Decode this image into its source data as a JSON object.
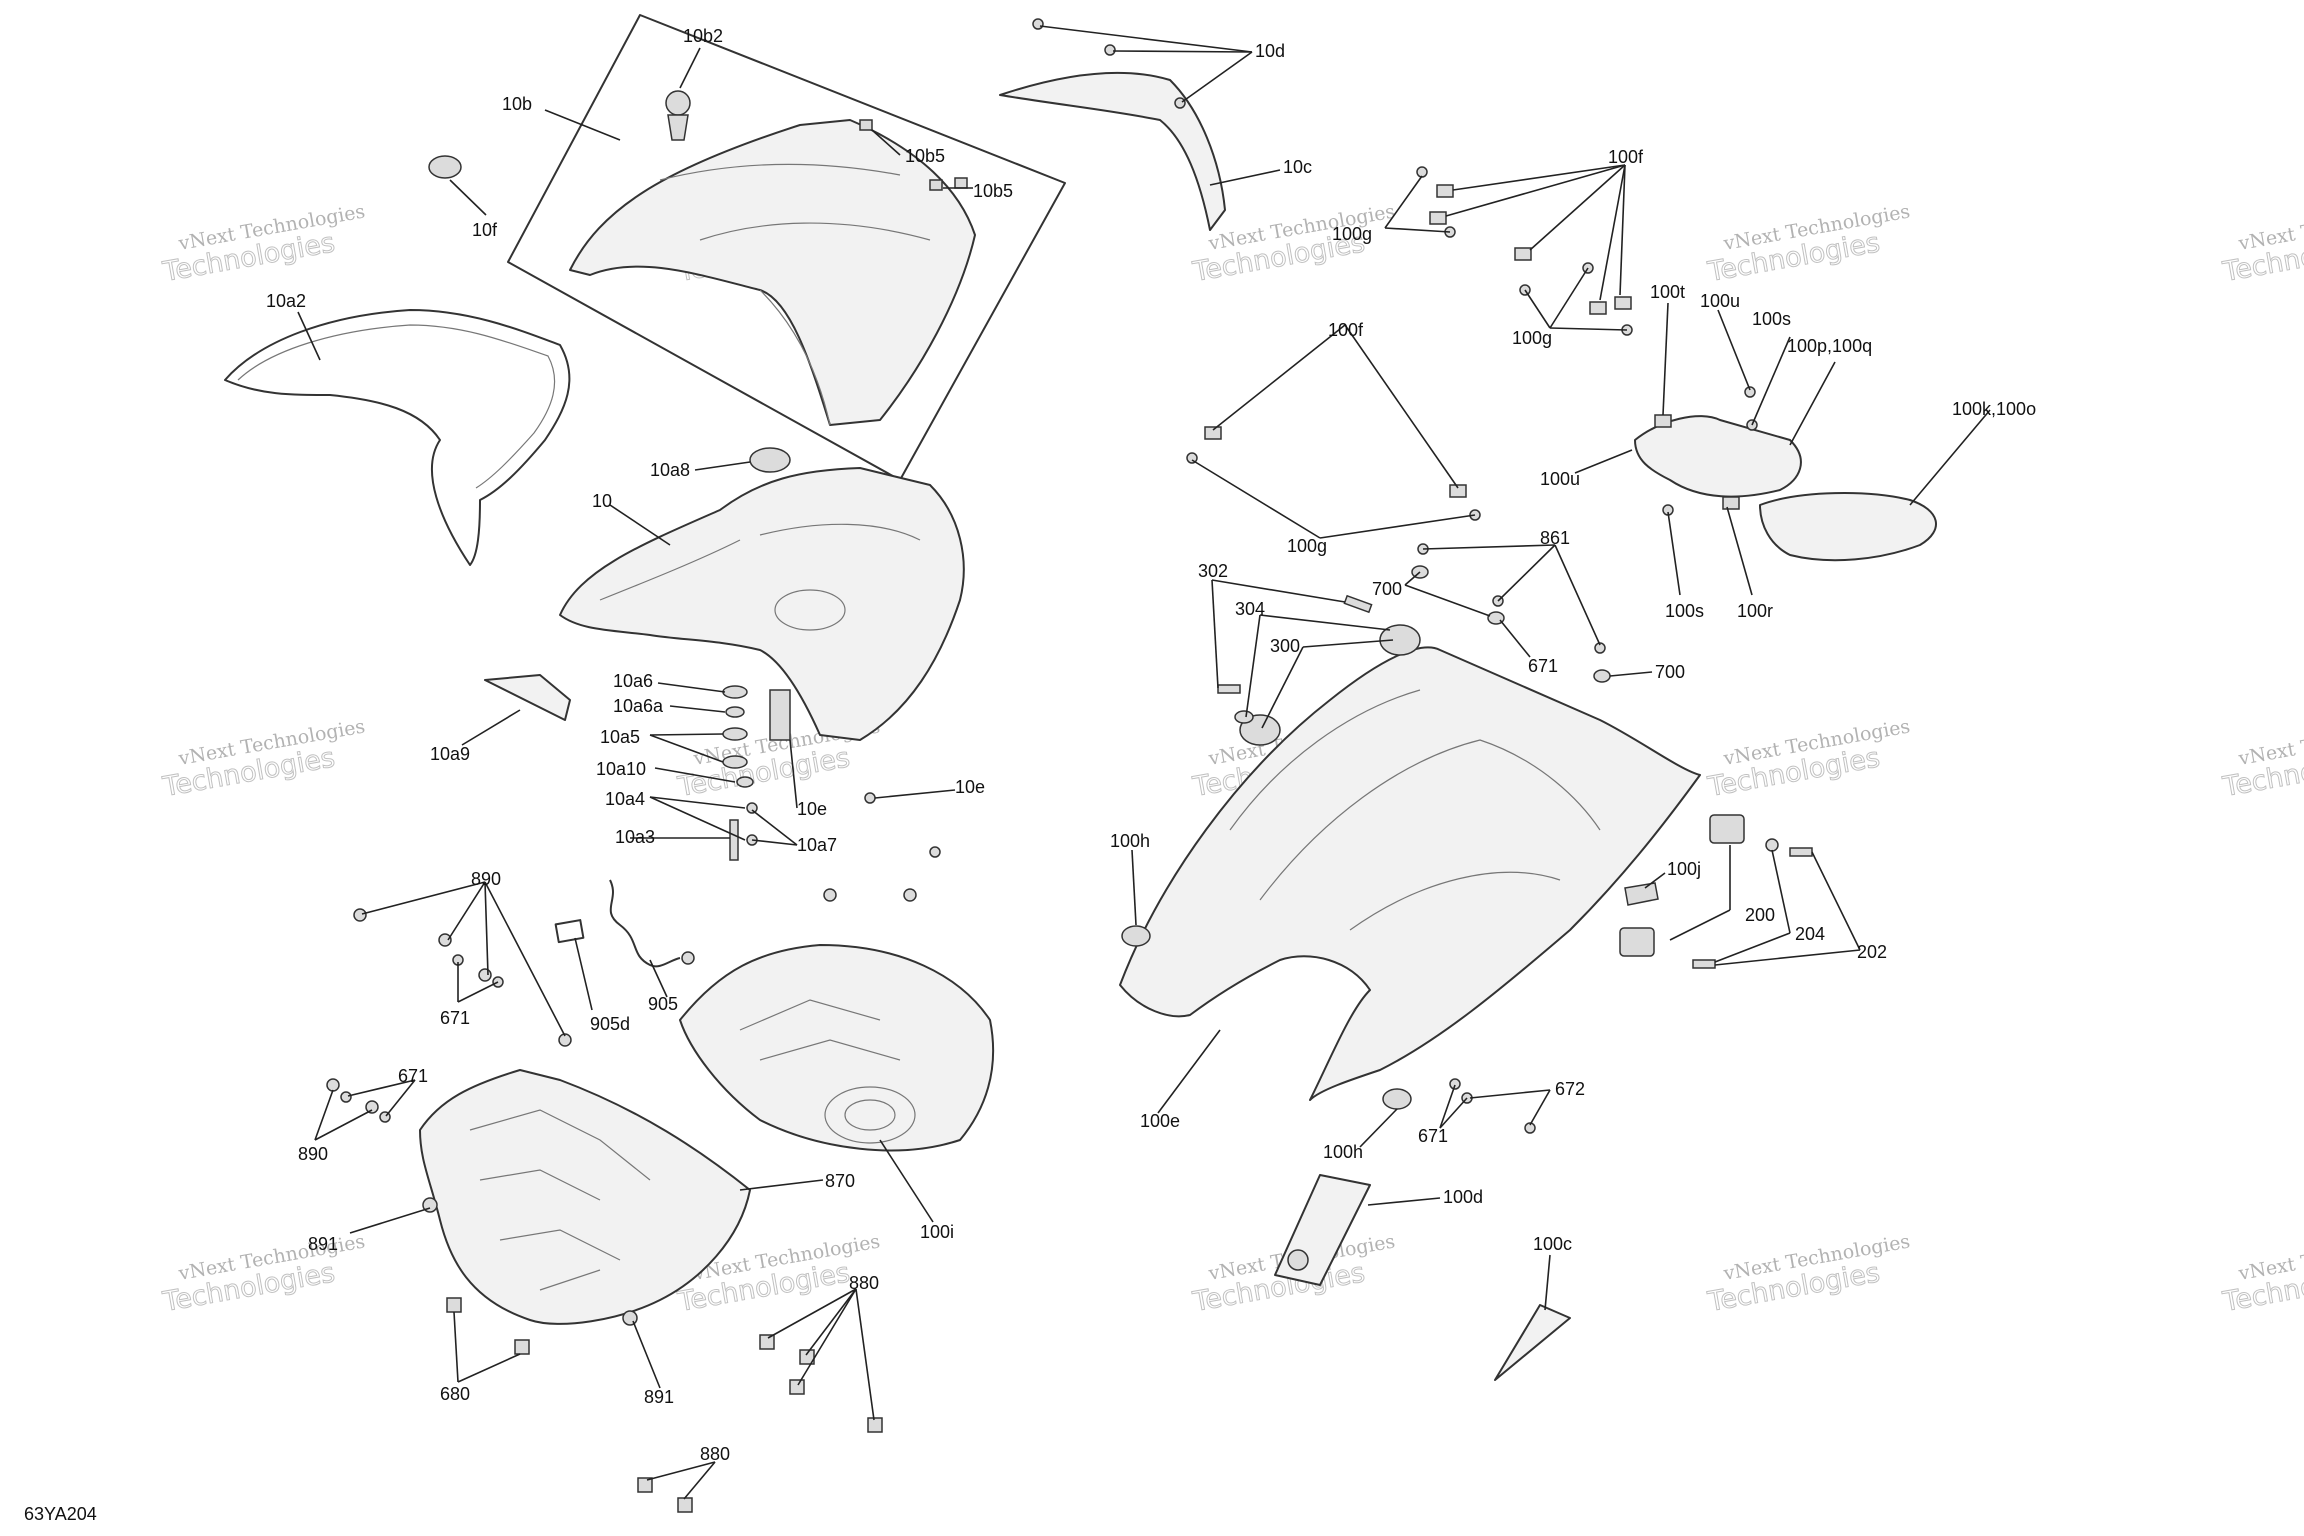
{
  "figure_code": "63YA204",
  "watermark": {
    "line1": "vNext Technologies",
    "line2": "Technologies",
    "prefix": "vNext"
  },
  "labels": {
    "l10b2": "10b2",
    "l10b": "10b",
    "l10f": "10f",
    "l10b5a": "10b5",
    "l10b5b": "10b5",
    "l10a2": "10a2",
    "l10a8": "10a8",
    "l10": "10",
    "l10a6": "10a6",
    "l10a6a": "10a6a",
    "l10a5": "10a5",
    "l10a10": "10a10",
    "l10a4": "10a4",
    "l10a3": "10a3",
    "l10a7": "10a7",
    "l10e1": "10e",
    "l10e2": "10e",
    "l10a9": "10a9",
    "l10d": "10d",
    "l10c": "10c",
    "l100f1": "100f",
    "l100g1": "100g",
    "l100g2": "100g",
    "l100t": "100t",
    "l100u1": "100u",
    "l100s1": "100s",
    "l100pq": "100p,100q",
    "l100ko": "100k,100o",
    "l100u2": "100u",
    "l100s2": "100s",
    "l100r": "100r",
    "l100f2": "100f",
    "l100g3": "100g",
    "l302": "302",
    "l304": "304",
    "l300": "300",
    "l700a": "700",
    "l861": "861",
    "l671a": "671",
    "l700b": "700",
    "l100h1": "100h",
    "l100j": "100j",
    "l200": "200",
    "l204": "204",
    "l202": "202",
    "l100e": "100e",
    "l100h2": "100h",
    "l671b": "671",
    "l672": "672",
    "l100d": "100d",
    "l100c": "100c",
    "l890a": "890",
    "l671c": "671",
    "l905d": "905d",
    "l905": "905",
    "l671d": "671",
    "l890b": "890",
    "l870": "870",
    "l891a": "891",
    "l100i": "100i",
    "l880a": "880",
    "l891b": "891",
    "l680": "680",
    "l880b": "880"
  }
}
